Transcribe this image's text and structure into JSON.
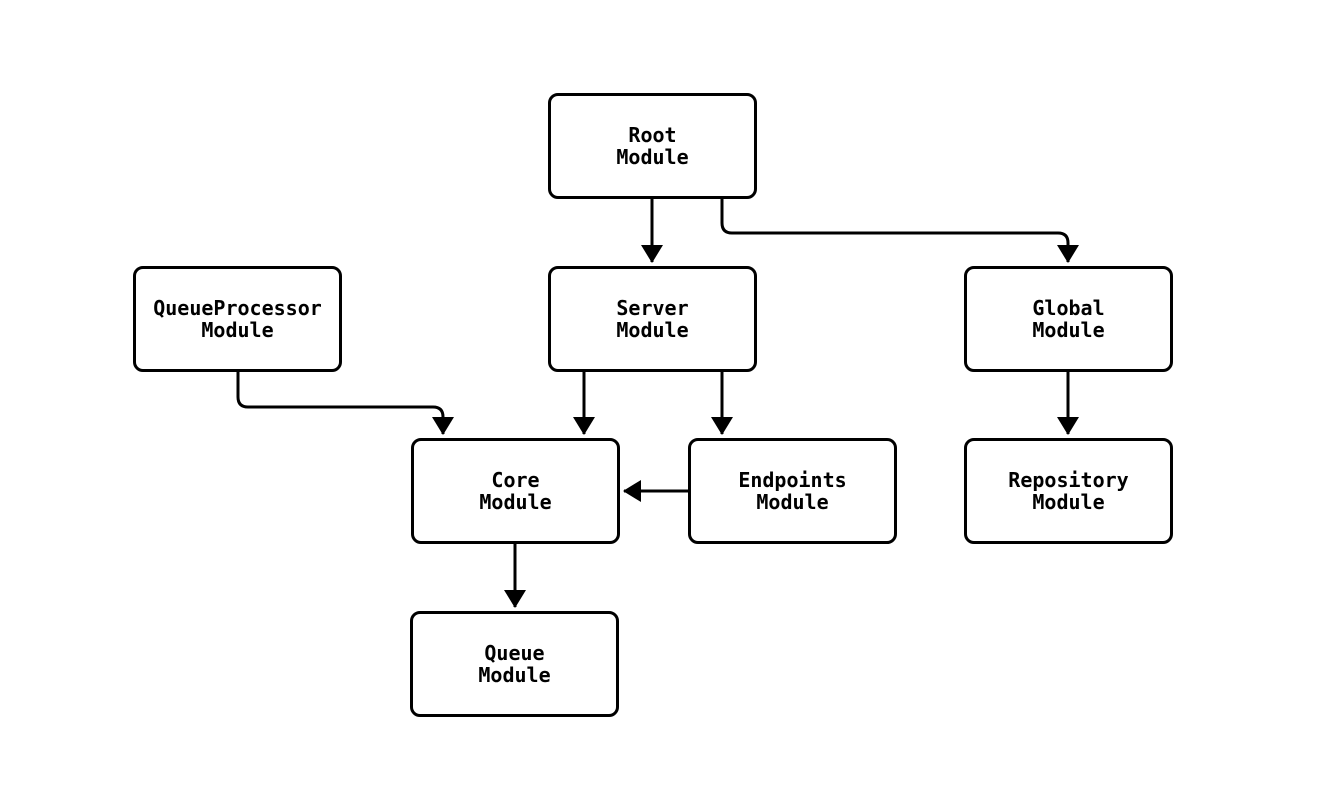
{
  "diagram": {
    "type": "module-dependency-flowchart",
    "background_color": "#ffffff",
    "node_fill_color": "#ffffff",
    "stroke_color": "#000000",
    "text_color": "#000000",
    "nodes": {
      "root": {
        "label": "Root\nModule"
      },
      "queue_processor": {
        "label": "QueueProcessor\nModule"
      },
      "server": {
        "label": "Server\nModule"
      },
      "global": {
        "label": "Global\nModule"
      },
      "core": {
        "label": "Core\nModule"
      },
      "endpoints": {
        "label": "Endpoints\nModule"
      },
      "repository": {
        "label": "Repository\nModule"
      },
      "queue": {
        "label": "Queue\nModule"
      }
    },
    "edges": [
      {
        "from": "Root Module",
        "to": "Server Module"
      },
      {
        "from": "Root Module",
        "to": "Global Module"
      },
      {
        "from": "QueueProcessor Module",
        "to": "Core Module"
      },
      {
        "from": "Server Module",
        "to": "Core Module"
      },
      {
        "from": "Server Module",
        "to": "Endpoints Module"
      },
      {
        "from": "Endpoints Module",
        "to": "Core Module"
      },
      {
        "from": "Global Module",
        "to": "Repository Module"
      },
      {
        "from": "Core Module",
        "to": "Queue Module"
      }
    ]
  }
}
